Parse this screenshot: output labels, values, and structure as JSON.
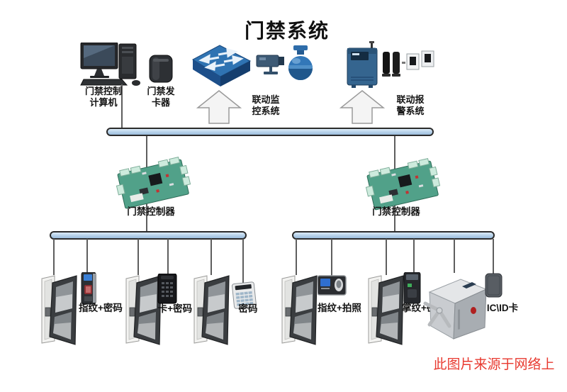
{
  "title": "门禁系统",
  "watermark": "此图片来源于网络上",
  "colors": {
    "accent-blue": "#2f73b2",
    "bus-fill-light": "#dcebf7",
    "bus-fill-dark": "#9bbcdc",
    "pcb-green": "#51a189",
    "watermark-red": "#e8392f"
  },
  "top_row": {
    "computer": {
      "icon": "computer-icon",
      "label": "门禁控制\n计算机"
    },
    "card_issuer": {
      "icon": "card-issuer-icon",
      "label": "门禁发\n卡器"
    },
    "monitor_link": {
      "icon": "up-arrow-icon",
      "label": "联动监\n控系统"
    },
    "alarm_link": {
      "icon": "up-arrow-icon",
      "label": "联动报\n警系统"
    }
  },
  "controllers": {
    "left": {
      "icon": "controller-board-icon",
      "label": "门禁控制器"
    },
    "right": {
      "icon": "controller-board-icon",
      "label": "门禁控制器"
    }
  },
  "terminals": {
    "left": [
      {
        "icon": "door-icon",
        "label": ""
      },
      {
        "icon": "fingerprint-reader-icon",
        "label": "指纹+密码"
      },
      {
        "icon": "door-icon",
        "label": ""
      },
      {
        "icon": "card-keypad-icon",
        "label": "卡+密码"
      },
      {
        "icon": "door-icon",
        "label": ""
      },
      {
        "icon": "password-keypad-icon",
        "label": "密码"
      }
    ],
    "right": [
      {
        "icon": "door-icon",
        "label": ""
      },
      {
        "icon": "fingerprint-camera-reader-icon",
        "label": "指纹+拍照"
      },
      {
        "icon": "door-icon",
        "label": ""
      },
      {
        "icon": "palm-reader-icon",
        "label": "掌纹+密码"
      },
      {
        "icon": "turnstile-icon",
        "label": ""
      },
      {
        "icon": "ic-id-reader-icon",
        "label": "IC\\ID卡"
      }
    ]
  }
}
